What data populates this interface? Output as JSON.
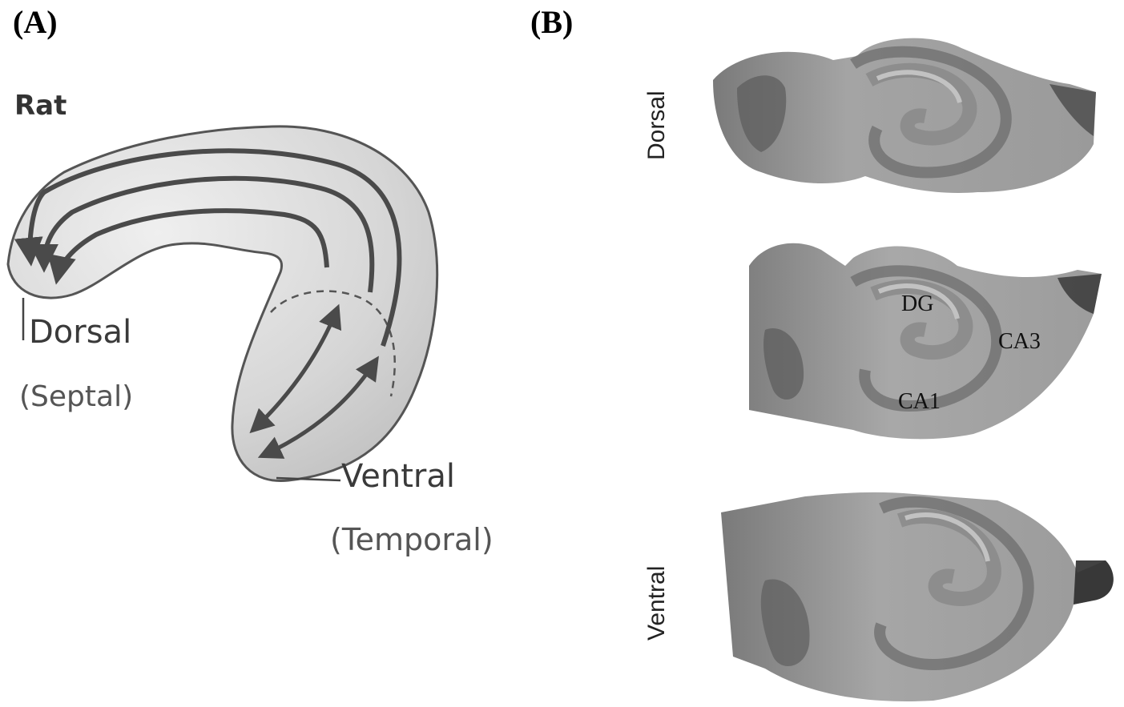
{
  "panel_a": {
    "label": "(A)",
    "species": "Rat",
    "dorsal": "Dorsal",
    "septal": "(Septal)",
    "ventral": "Ventral",
    "temporal": "(Temporal)"
  },
  "panel_b": {
    "label": "(B)",
    "axis_top": "Dorsal",
    "axis_bottom": "Ventral",
    "regions": {
      "dg": "DG",
      "ca3": "CA3",
      "ca1": "CA1"
    }
  },
  "colors": {
    "hippocampus_fill": "#d4d4d4",
    "arrow": "#4a4a4a",
    "outline": "#555555",
    "tissue_dark": "#5c5c5c",
    "tissue_mid": "#8e8e8e",
    "tissue_light": "#b8b8b8"
  },
  "icons": [
    "double-headed-arrow-icon",
    "curved-arrow-icon"
  ]
}
